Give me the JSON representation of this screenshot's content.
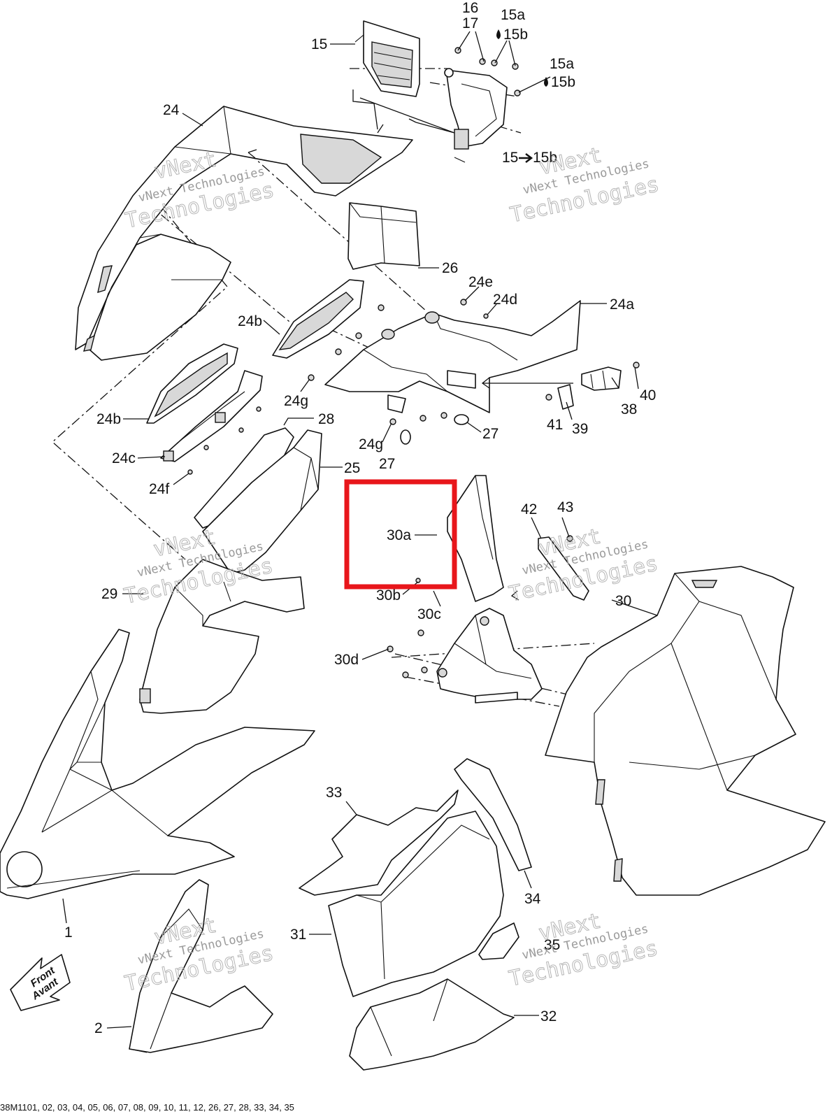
{
  "callouts": {
    "c1": "1",
    "c2": "2",
    "c15": "15",
    "c15a_top": "15a",
    "c15b_top": "15b",
    "c15a_mid": "15a",
    "c15b_mid": "15b",
    "c15_to": "15",
    "c15b_to": "15b",
    "c16": "16",
    "c17": "17",
    "c24": "24",
    "c24a": "24a",
    "c24b_upper": "24b",
    "c24b_lower": "24b",
    "c24c": "24c",
    "c24d": "24d",
    "c24e": "24e",
    "c24f": "24f",
    "c24g_left": "24g",
    "c24g_mid": "24g",
    "c25": "25",
    "c26": "26",
    "c27_right": "27",
    "c27_mid": "27",
    "c28": "28",
    "c29": "29",
    "c30": "30",
    "c30a": "30a",
    "c30b": "30b",
    "c30c": "30c",
    "c30d": "30d",
    "c31": "31",
    "c32": "32",
    "c33": "33",
    "c34": "34",
    "c35": "35",
    "c38": "38",
    "c39": "39",
    "c40": "40",
    "c41": "41",
    "c42": "42",
    "c43": "43"
  },
  "front_arrow": {
    "line1": "Front",
    "line2": "Avant"
  },
  "watermark": {
    "line1": "vNext",
    "line2": "vNext Technologies",
    "line3": "Technologies"
  },
  "footer": {
    "text": "38M1101, 02, 03, 04, 05, 06, 07, 08, 09, 10, 11, 12, 26, 27, 28, 33, 34, 35"
  },
  "colors": {
    "highlight": "#e8161b",
    "line": "#111111",
    "watermark": "#b5b5b5"
  }
}
